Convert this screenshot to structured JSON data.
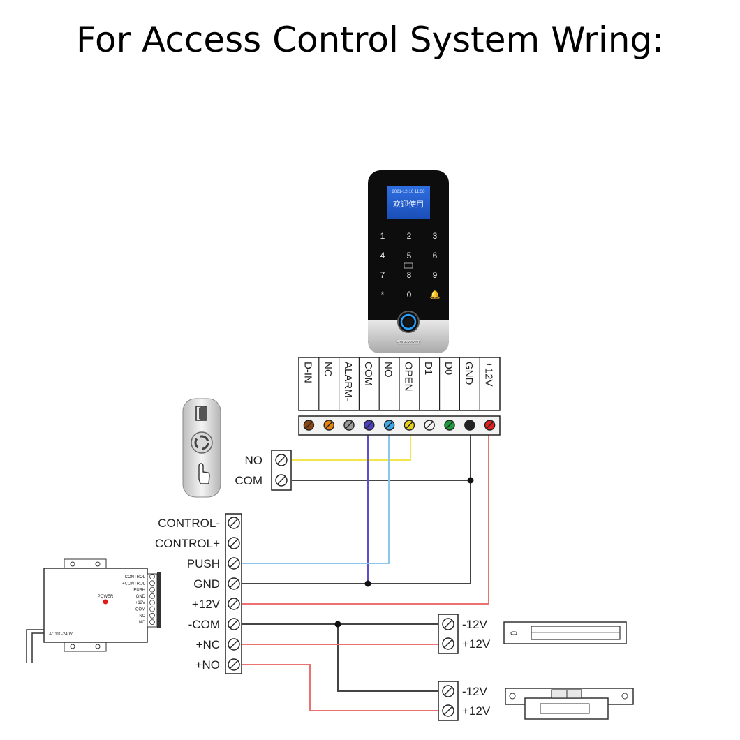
{
  "title": "For Access Control System Wring:",
  "colors": {
    "brown": "#8b4513",
    "orange": "#e8820c",
    "gray": "#9a9a9a",
    "purple": "#4b3fc2",
    "blue": "#3da8e8",
    "yellow": "#e8d21a",
    "white": "#f2f2f2",
    "green": "#1a9a3a",
    "black": "#222222",
    "red": "#e02020",
    "wire_yellow": "#f3e64a",
    "wire_purple": "#5a4fd0",
    "wire_blue": "#8cc6ee",
    "wire_black": "#444444",
    "wire_red": "#ec7272"
  },
  "reader": {
    "screen_line1": "2021-12-10 11:38",
    "screen_line2": "欢迎使用",
    "keys": [
      "1",
      "2",
      "3",
      "4",
      "5",
      "6",
      "7",
      "8",
      "9",
      "*",
      "0",
      "🔔"
    ],
    "bell_icon": "bell-icon",
    "fingerprint_icon": "fingerprint-icon",
    "brand": "FINGERPRINT"
  },
  "reader_terminals": [
    "D-IN",
    "NC",
    "ALARM-",
    "COM",
    "NO",
    "OPEN",
    "D1",
    "D0",
    "GND",
    "+12V"
  ],
  "exit_button_terminals": [
    "NO",
    "COM"
  ],
  "power_supply_terminals": [
    "CONTROL-",
    "CONTROL+",
    "PUSH",
    "GND",
    "+12V",
    "-COM",
    "+NC",
    "+NO"
  ],
  "power_supply_unit": {
    "mini_terminals": [
      "-CONTROL",
      "+CONTROL",
      "PUSH",
      "GND",
      "+12V",
      "COM",
      "NC",
      "NO"
    ],
    "power_label": "POWER",
    "input_label": "AC110-240V"
  },
  "maglock_terminals": [
    "-12V",
    "+12V"
  ],
  "strike_terminals": [
    "-12V",
    "+12V"
  ]
}
